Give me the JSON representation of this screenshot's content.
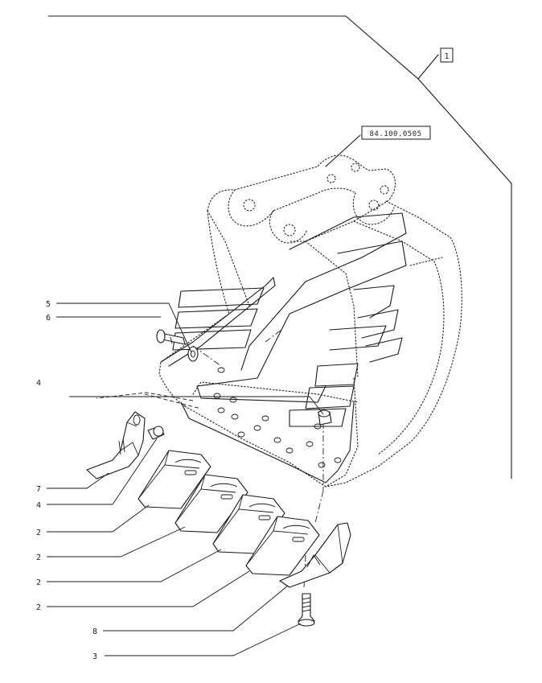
{
  "reference_box": "1",
  "drawing_reference": "84.100.0505",
  "callouts": [
    {
      "id": "c5",
      "number": "5"
    },
    {
      "id": "c6",
      "number": "6"
    },
    {
      "id": "c4a",
      "number": "4"
    },
    {
      "id": "c7",
      "number": "7"
    },
    {
      "id": "c4b",
      "number": "4"
    },
    {
      "id": "c2a",
      "number": "2"
    },
    {
      "id": "c2b",
      "number": "2"
    },
    {
      "id": "c2c",
      "number": "2"
    },
    {
      "id": "c2d",
      "number": "2"
    },
    {
      "id": "c8",
      "number": "8"
    },
    {
      "id": "c3",
      "number": "3"
    }
  ]
}
